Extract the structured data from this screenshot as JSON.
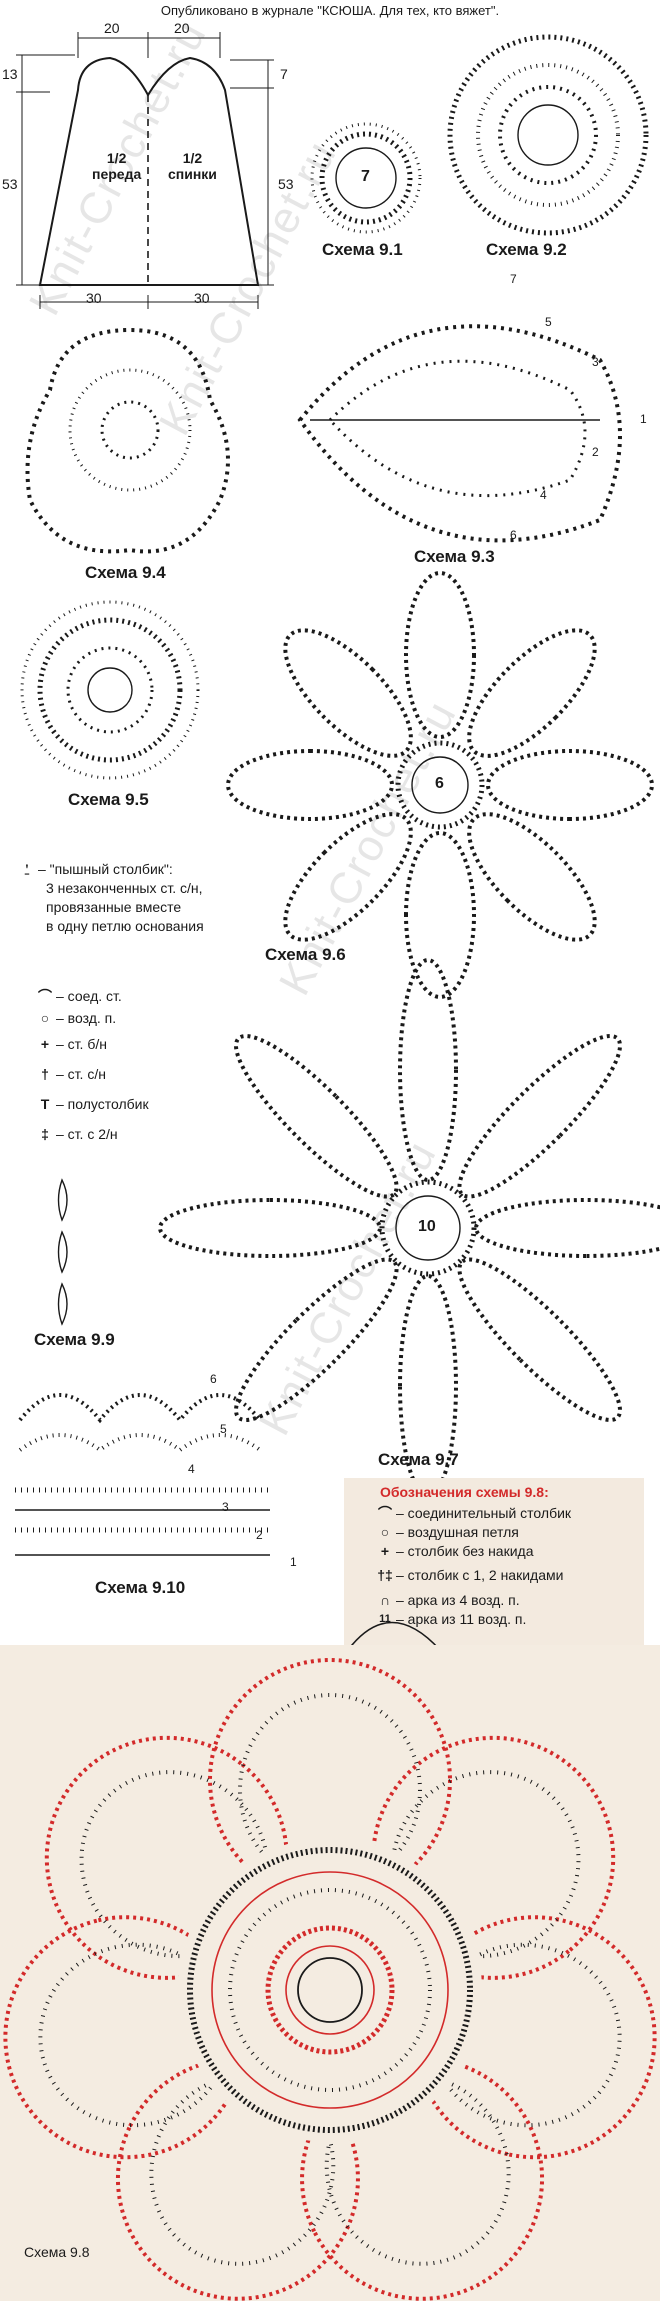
{
  "header": {
    "publication": "Опубликовано в журнале \"КСЮША. Для тех, кто вяжет\"."
  },
  "pattern": {
    "top_left": "20",
    "top_right": "20",
    "left_top": "13",
    "left_main": "53",
    "right_top": "7",
    "right_main": "53",
    "bottom_left": "30",
    "bottom_right": "30",
    "front_label": "1/2\nпереда",
    "back_label": "1/2\nспинки"
  },
  "captions": {
    "s91": "Схема 9.1",
    "s92": "Схема 9.2",
    "s93": "Схема 9.3",
    "s94": "Схема 9.4",
    "s95": "Схема 9.5",
    "s96": "Схема 9.6",
    "s97": "Схема 9.7",
    "s98": "Схема 9.8",
    "s99": "Схема 9.9",
    "s910": "Схема 9.10"
  },
  "center_numbers": {
    "s91": "7",
    "s96": "6",
    "s97": "10"
  },
  "row_numbers": {
    "s93": [
      "7",
      "5",
      "3",
      "1",
      "2",
      "4",
      "6"
    ],
    "s910": [
      "6",
      "5",
      "4",
      "3",
      "2",
      "1"
    ]
  },
  "puff_note": {
    "title": "– \"пышный столбик\":",
    "line1": "3 незаконченных ст. с/н,",
    "line2": "провязанные вместе",
    "line3": "в одну петлю основания"
  },
  "legend_general": [
    {
      "sym": "⌒",
      "label": "– соед. ст."
    },
    {
      "sym": "○",
      "label": "– возд. п."
    },
    {
      "sym": "+",
      "label": "– ст. б/н"
    },
    {
      "sym": "†",
      "label": "– ст. с/н"
    },
    {
      "sym": "T",
      "label": "– полустолбик"
    },
    {
      "sym": "‡",
      "label": "– ст. с 2/н"
    }
  ],
  "legend_98": {
    "title": "Обозначения схемы 9.8:",
    "items": [
      {
        "sym": "⌒",
        "label": "– соединительный столбик"
      },
      {
        "sym": "○",
        "label": "– воздушная петля"
      },
      {
        "sym": "+",
        "label": "– столбик без накида"
      },
      {
        "sym": "†‡",
        "label": "– столбик с 1, 2 накидами"
      },
      {
        "sym": "∩",
        "label": "– арка из 4 возд. п."
      },
      {
        "sym": "11",
        "label": "– арка из 11 возд. п."
      }
    ]
  },
  "watermark": "Knit-Crochet.ru",
  "colors": {
    "accent": "#d32a2a",
    "ink": "#1a1a1a",
    "bg98": "#f4ece1"
  }
}
